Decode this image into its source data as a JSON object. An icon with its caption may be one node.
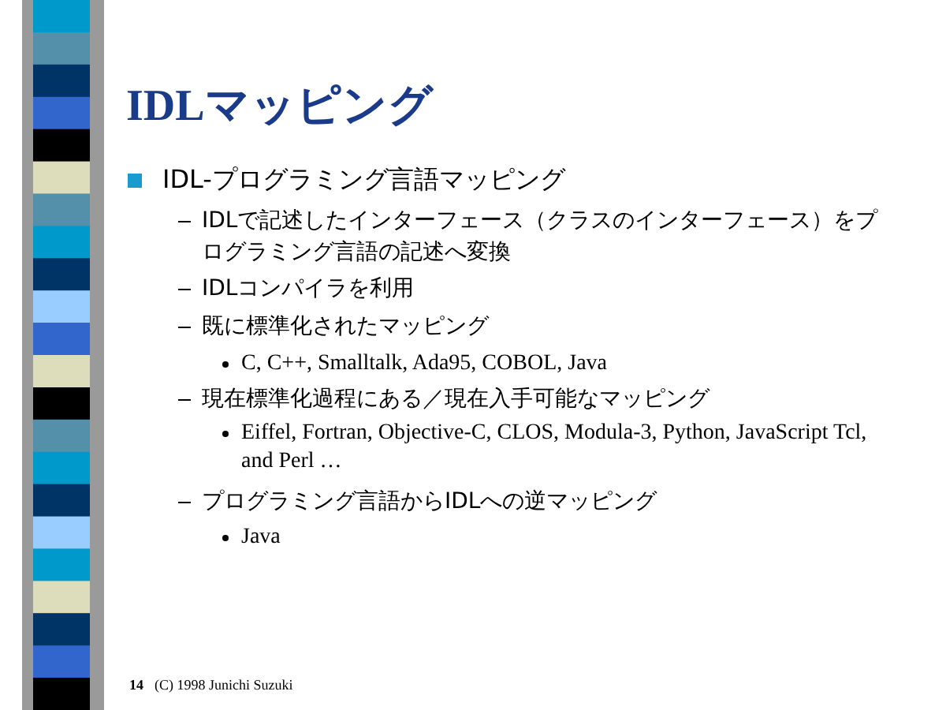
{
  "diagram": {
    "title": "IDLマッピング",
    "labels": [
      "IDL-プログラミング言語マッピング",
      "IDLで記述したインターフェース（クラスのインターフェース）をプログラミング言語の記述へ変換",
      "IDLコンパイラを利用",
      "既に標準化されたマッピング",
      "C, C++, Smalltalk, Ada95, COBOL, Java",
      "現在標準化過程にある／現在入手可能なマッピング",
      "Eiffel, Fortran, Objective-C, CLOS, Modula-3, Python, JavaScript Tcl, and Perl …",
      "プログラミング言語からIDLへの逆マッピング",
      "Java",
      "14",
      "(C) 1998 Junichi Suzuki"
    ]
  }
}
